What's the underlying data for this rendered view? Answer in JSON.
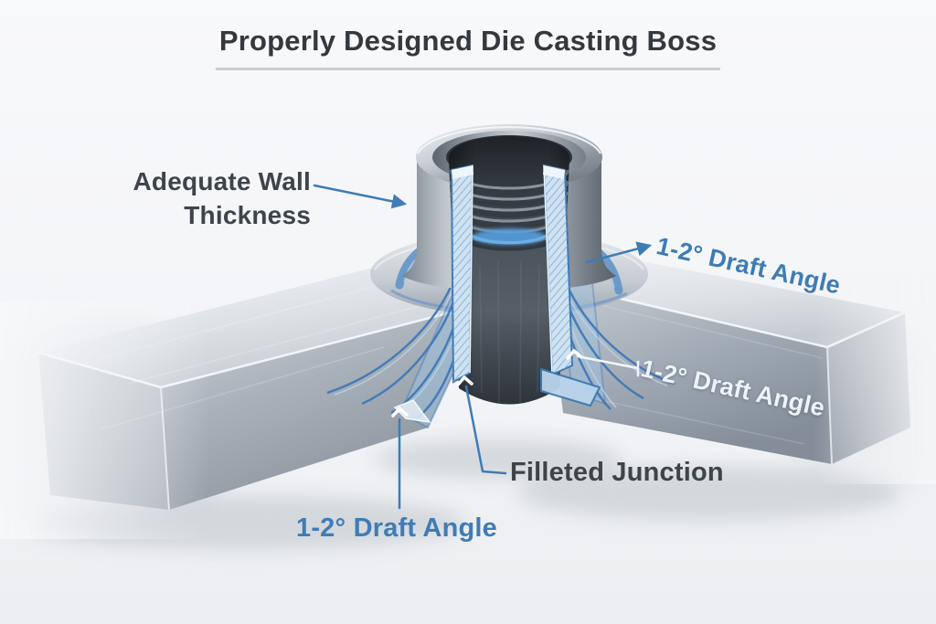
{
  "title": "Properly Designed Die Casting Boss",
  "callouts": {
    "wall_thickness": "Adequate Wall\nThickness",
    "draft_angle_top_right": "1-2° Draft Angle",
    "draft_angle_mid_right": "1-2° Draft Angle",
    "draft_angle_bottom": "1-2° Draft Angle",
    "filleted_junction": "Filleted Junction"
  },
  "colors": {
    "callout_blue": "#3f7cb5",
    "callout_dark": "#3e444b",
    "callout_light": "#eef3f8",
    "section_highlight_blue": "#cfe2f1",
    "metal_light": "#e9edf0",
    "metal_dark": "#6c747e",
    "title_underline": "#c9ccd1",
    "background": "#f3f4f6"
  },
  "figure": {
    "type": "3d-cutaway-illustration",
    "subject": "threaded die casting boss at the junction of two ribs"
  }
}
